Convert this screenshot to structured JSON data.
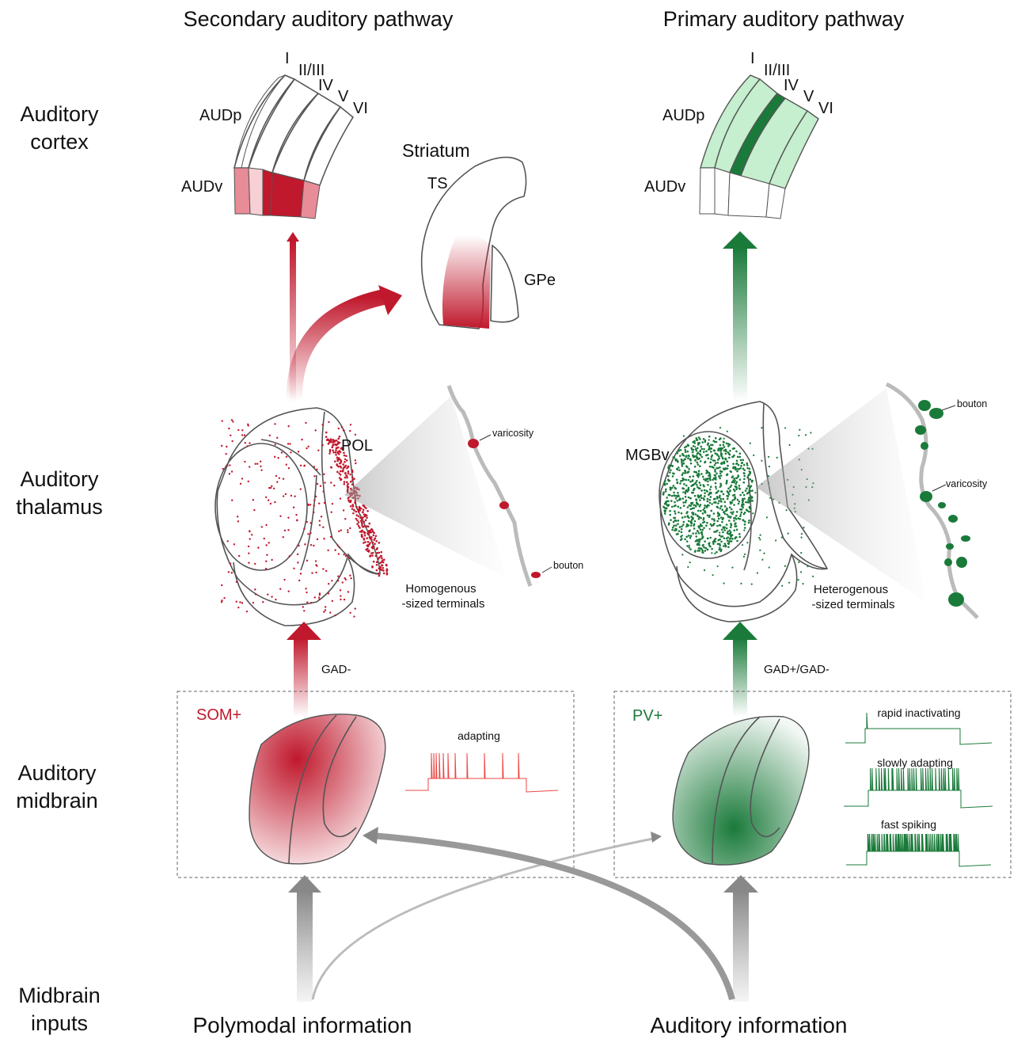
{
  "titles": {
    "secondary": "Secondary auditory pathway",
    "primary": "Primary auditory pathway"
  },
  "rows": {
    "cortex": [
      "Auditory",
      "cortex"
    ],
    "thalamus": [
      "Auditory",
      "thalamus"
    ],
    "midbrain": [
      "Auditory",
      "midbrain"
    ],
    "inputs": [
      "Midbrain",
      "inputs"
    ]
  },
  "layers": [
    "I",
    "II/III",
    "IV",
    "V",
    "VI"
  ],
  "left": {
    "audp": "AUDp",
    "audv": "AUDv",
    "striatum": "Striatum",
    "ts": "TS",
    "gpe": "GPe",
    "pol": "POL",
    "varicosity": "varicosity",
    "bouton": "bouton",
    "terminals": [
      "Homogenous",
      "-sized terminals"
    ],
    "gad": "GAD-",
    "cell_type": "SOM+",
    "firing": "adapting",
    "input": "Polymodal information"
  },
  "right": {
    "audp": "AUDp",
    "audv": "AUDv",
    "mgbv": "MGBv",
    "varicosity": "varicosity",
    "bouton": "bouton",
    "terminals": [
      "Heterogenous",
      "-sized terminals"
    ],
    "gad": "GAD+/GAD-",
    "cell_type": "PV+",
    "firing": [
      "rapid inactivating",
      "slowly adapting",
      "fast spiking"
    ],
    "input": "Auditory information"
  },
  "colors": {
    "red": "#c0182c",
    "green": "#1a7a3a",
    "lightgreen": "#c5efce",
    "gray": "#999999"
  }
}
